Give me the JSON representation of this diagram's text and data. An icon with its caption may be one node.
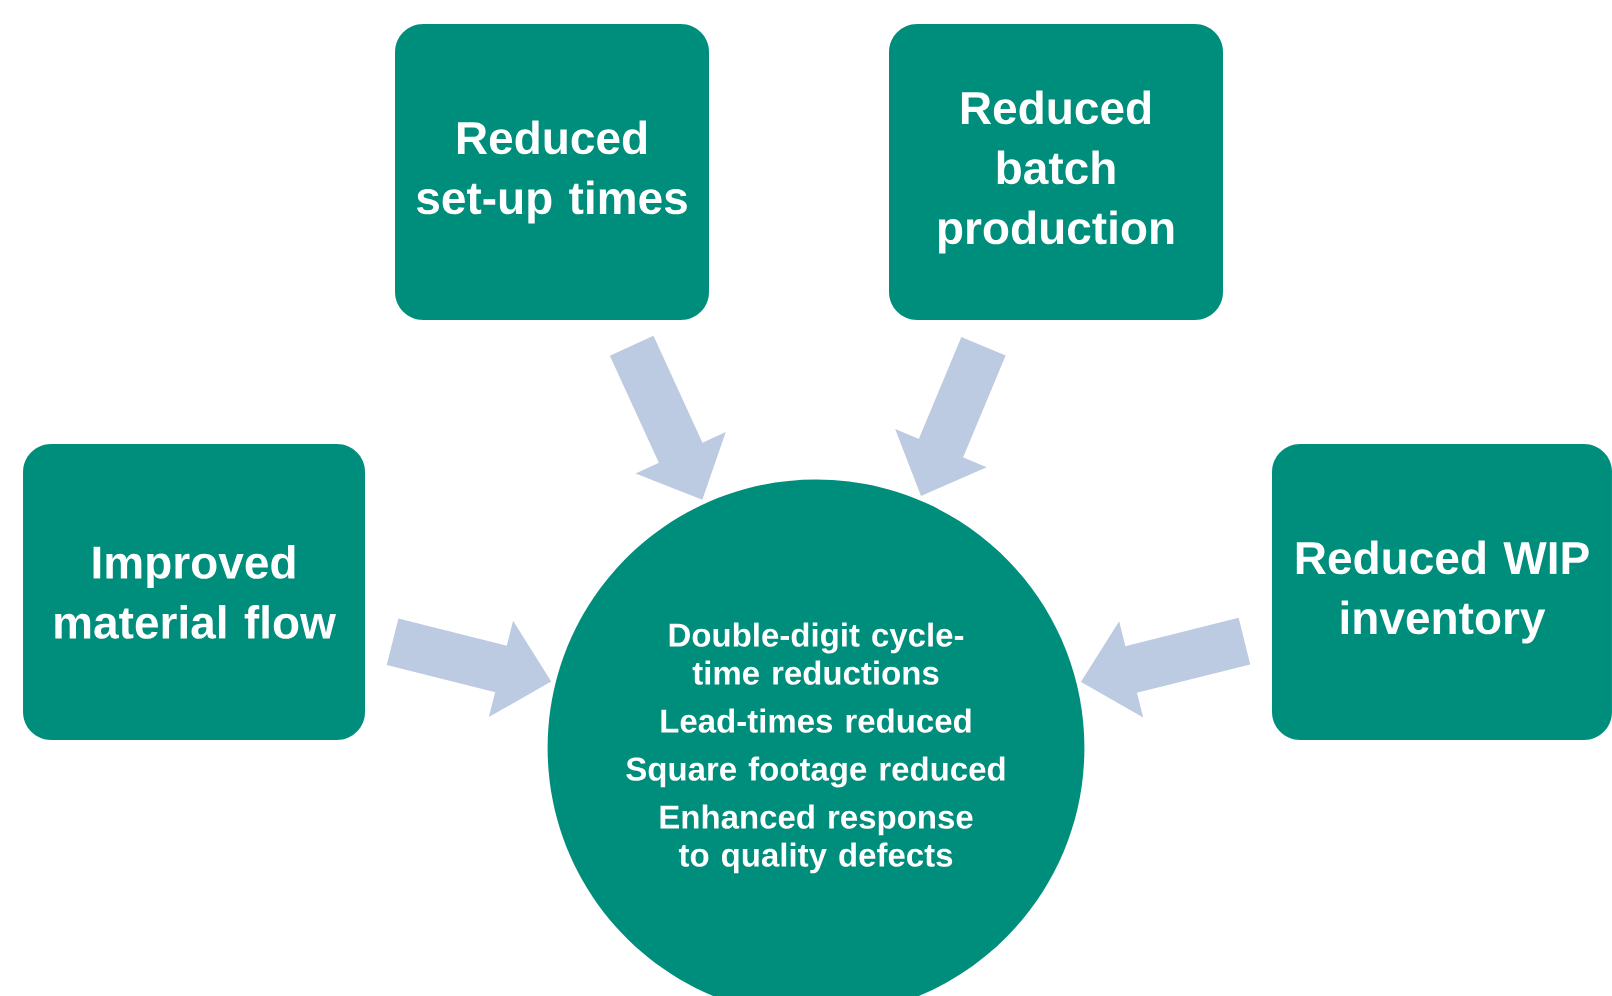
{
  "diagram": {
    "nodes": [
      {
        "text": [
          "Reduced set-up times"
        ]
      },
      {
        "text": [
          "Reduced batch production"
        ]
      },
      {
        "text": [
          "Improved material flow"
        ]
      },
      {
        "text": [
          "Reduced WIP inventory"
        ]
      },
      {
        "text": [
          "Double-digit cycle-time reductions",
          "Lead-times reduced",
          "Square footage reduced",
          "Enhanced response to quality defects"
        ]
      }
    ],
    "edges": [
      {
        "from": 0,
        "to": 4,
        "arrow": "to"
      },
      {
        "from": 1,
        "to": 4,
        "arrow": "to"
      },
      {
        "from": 2,
        "to": 4,
        "arrow": "to"
      },
      {
        "from": 3,
        "to": 4,
        "arrow": "to"
      }
    ]
  }
}
